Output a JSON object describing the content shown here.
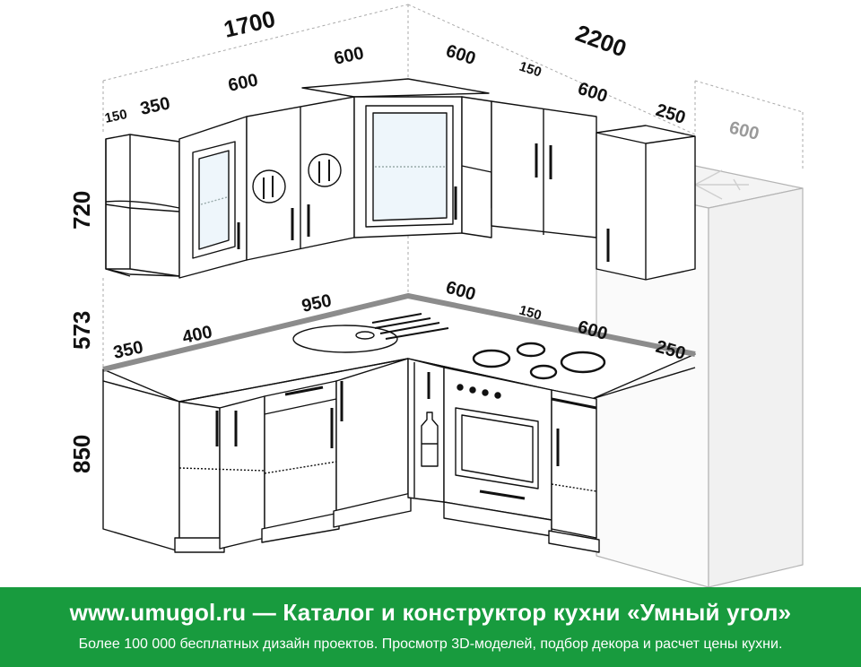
{
  "dimensions": {
    "upper_left_total": "1700",
    "upper_right_total": "2200",
    "upper_left_end": "150",
    "upper_left_shelf": "350",
    "upper_left_cabinet": "600",
    "upper_corner_left": "600",
    "upper_corner_right": "600",
    "upper_right_gap": "150",
    "upper_right_cabinet": "600",
    "upper_right_end": "250",
    "fridge_depth": "600",
    "height_upper": "720",
    "height_middle": "573",
    "height_base": "850",
    "base_left_end": "350",
    "base_left_cabinet": "400",
    "base_corner_left": "950",
    "base_corner_right": "600",
    "base_right_gap": "150",
    "base_right_cabinet": "600",
    "base_right_end": "250"
  },
  "banner": {
    "title": "www.umugol.ru — Каталог и конструктор кухни «Умный угол»",
    "subtitle": "Более 100 000 бесплатных дизайн проектов. Просмотр 3D-моделей, подбор декора и расчет цены кухни."
  },
  "colors": {
    "banner_bg": "#189b3e",
    "countertop_edge": "#8c8c8c",
    "outline": "#111111",
    "fridge_outline": "#b4b4b4"
  }
}
